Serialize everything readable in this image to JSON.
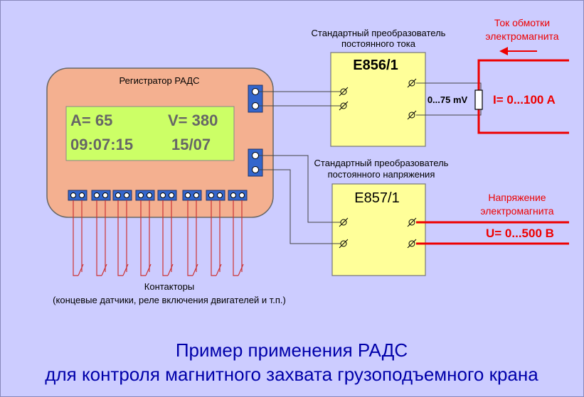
{
  "recorder": {
    "title": "Регистратор  РАДС",
    "display": {
      "line1_left": "A=   65",
      "line1_right": "V=  380",
      "line2_left": "09:07:15",
      "line2_right": "15/07"
    }
  },
  "converter_current": {
    "caption_line1": "Стандартный преобразователь",
    "caption_line2": "постоянного тока",
    "model": "E856/1",
    "range": "0...75 mV"
  },
  "converter_voltage": {
    "caption_line1": "Стандартный преобразователь",
    "caption_line2": "постоянного напряжения",
    "model": "E857/1"
  },
  "magnet_current": {
    "label_line1": "Ток обмотки",
    "label_line2": "электромагнита",
    "value": "I= 0...100 A"
  },
  "magnet_voltage": {
    "label_line1": "Напряжение",
    "label_line2": "электромагнита",
    "value": "U= 0...500 B"
  },
  "contacts": {
    "title": "Контакторы",
    "subtitle": "(концевые датчики, реле включения двигателей и т.п.)"
  },
  "footer": {
    "line1": "Пример применения РАДС",
    "line2": "для контроля магнитного захвата грузоподъемного крана"
  },
  "colors": {
    "background": "#ccccff",
    "recorder_body": "#f4b090",
    "display": "#ccff66",
    "converter": "#ffff99",
    "accent_red": "#ee0000",
    "caption_blue": "#0000aa",
    "terminal": "#3366cc"
  }
}
